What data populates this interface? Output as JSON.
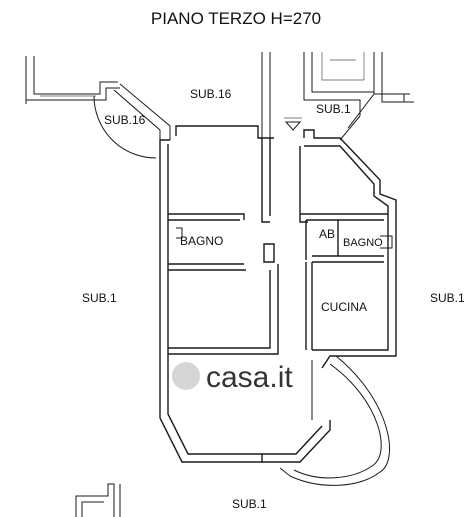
{
  "title": "PIANO TERZO H=270",
  "labels": {
    "sub16_top": "SUB.16",
    "sub16_left": "SUB.16",
    "sub1_top": "SUB.1",
    "sub1_left": "SUB.1",
    "sub1_right": "SUB.1",
    "sub1_bottom": "SUB.1",
    "bagno_main": "BAGNO",
    "ab": "AB",
    "bagno_small": "BAGNO",
    "cucina": "CUCINA"
  },
  "watermark": "casa.it"
}
